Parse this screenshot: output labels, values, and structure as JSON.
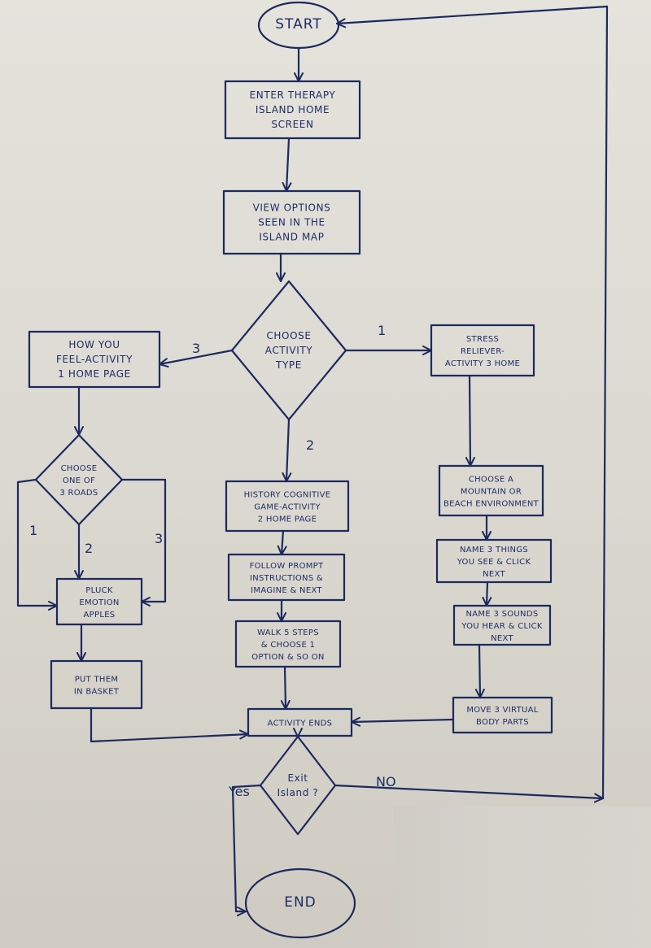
{
  "title": "Therapy Island Activity Flowchart",
  "colors": {
    "ink": "#1d2a5e",
    "paper": "#e1e0d9"
  },
  "nodes": {
    "start": {
      "shape": "terminal",
      "lines": [
        "START"
      ]
    },
    "enter_home": {
      "shape": "process",
      "lines": [
        "ENTER THERAPY",
        "ISLAND HOME",
        "SCREEN"
      ]
    },
    "view_options": {
      "shape": "process",
      "lines": [
        "VIEW OPTIONS",
        "SEEN IN THE",
        "ISLAND MAP"
      ]
    },
    "choose_activity": {
      "shape": "decision",
      "lines": [
        "CHOOSE",
        "ACTIVITY",
        "TYPE"
      ]
    },
    "how_you_feel": {
      "shape": "process",
      "lines": [
        "HOW YOU",
        "FEEL-ACTIVITY",
        "1 HOME PAGE"
      ]
    },
    "stress_reliever": {
      "shape": "process",
      "lines": [
        "STRESS",
        "RELIEVER-",
        "ACTIVITY 3 HOME"
      ]
    },
    "choose_road": {
      "shape": "decision",
      "lines": [
        "CHOOSE",
        "ONE OF",
        "3 ROADS"
      ]
    },
    "pluck_apples": {
      "shape": "process",
      "lines": [
        "PLUCK",
        "EMOTION",
        "APPLES"
      ]
    },
    "put_basket": {
      "shape": "process",
      "lines": [
        "PUT THEM",
        "IN BASKET"
      ]
    },
    "history_game": {
      "shape": "process",
      "lines": [
        "HISTORY COGNITIVE",
        "GAME-ACTIVITY",
        "2 HOME PAGE"
      ]
    },
    "follow_prompt": {
      "shape": "process",
      "lines": [
        "FOLLOW PROMPT",
        "INSTRUCTIONS &",
        "IMAGINE & NEXT"
      ]
    },
    "walk_steps": {
      "shape": "process",
      "lines": [
        "WALK 5 STEPS",
        "& CHOOSE 1",
        "OPTION & SO ON"
      ]
    },
    "choose_env": {
      "shape": "process",
      "lines": [
        "CHOOSE A",
        "MOUNTAIN OR",
        "BEACH ENVIRONMENT"
      ]
    },
    "name_things": {
      "shape": "process",
      "lines": [
        "NAME 3 THINGS",
        "YOU SEE & CLICK",
        "NEXT"
      ]
    },
    "name_sounds": {
      "shape": "process",
      "lines": [
        "NAME 3 SOUNDS",
        "YOU HEAR & CLICK",
        "NEXT"
      ]
    },
    "move_body": {
      "shape": "process",
      "lines": [
        "MOVE 3 VIRTUAL",
        "BODY PARTS"
      ]
    },
    "activity_ends": {
      "shape": "process",
      "lines": [
        "ACTIVITY ENDS"
      ]
    },
    "exit_island": {
      "shape": "decision",
      "lines": [
        "Exit",
        "Island ?"
      ]
    },
    "end": {
      "shape": "terminal",
      "lines": [
        "END"
      ]
    }
  },
  "edges": [
    {
      "from": "start",
      "to": "enter_home",
      "label": ""
    },
    {
      "from": "enter_home",
      "to": "view_options",
      "label": ""
    },
    {
      "from": "view_options",
      "to": "choose_activity",
      "label": ""
    },
    {
      "from": "choose_activity",
      "to": "how_you_feel",
      "label": "3"
    },
    {
      "from": "choose_activity",
      "to": "stress_reliever",
      "label": "1"
    },
    {
      "from": "choose_activity",
      "to": "history_game",
      "label": "2"
    },
    {
      "from": "how_you_feel",
      "to": "choose_road",
      "label": ""
    },
    {
      "from": "choose_road",
      "to": "pluck_apples",
      "label": "1"
    },
    {
      "from": "choose_road",
      "to": "pluck_apples",
      "label": "2"
    },
    {
      "from": "choose_road",
      "to": "pluck_apples",
      "label": "3"
    },
    {
      "from": "pluck_apples",
      "to": "put_basket",
      "label": ""
    },
    {
      "from": "put_basket",
      "to": "activity_ends",
      "label": ""
    },
    {
      "from": "history_game",
      "to": "follow_prompt",
      "label": ""
    },
    {
      "from": "follow_prompt",
      "to": "walk_steps",
      "label": ""
    },
    {
      "from": "walk_steps",
      "to": "activity_ends",
      "label": ""
    },
    {
      "from": "stress_reliever",
      "to": "choose_env",
      "label": ""
    },
    {
      "from": "choose_env",
      "to": "name_things",
      "label": ""
    },
    {
      "from": "name_things",
      "to": "name_sounds",
      "label": ""
    },
    {
      "from": "name_sounds",
      "to": "move_body",
      "label": ""
    },
    {
      "from": "move_body",
      "to": "activity_ends",
      "label": ""
    },
    {
      "from": "activity_ends",
      "to": "exit_island",
      "label": ""
    },
    {
      "from": "exit_island",
      "to": "end",
      "label": "Yes"
    },
    {
      "from": "exit_island",
      "to": "start",
      "label": "NO"
    }
  ]
}
